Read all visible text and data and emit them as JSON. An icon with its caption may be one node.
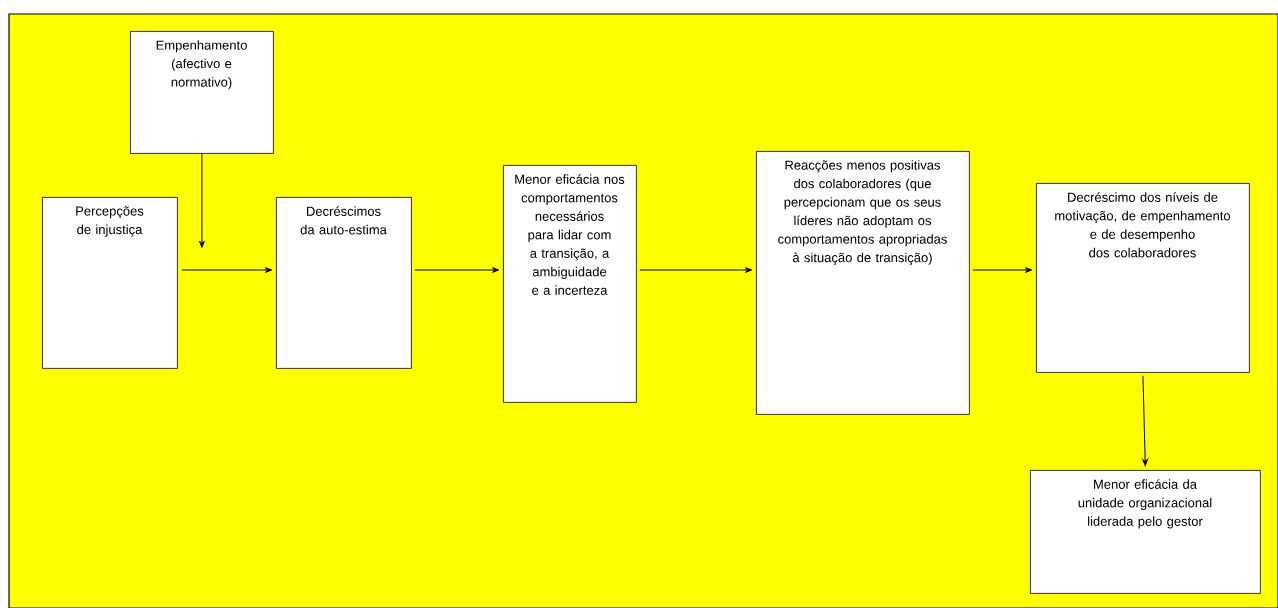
{
  "diagram": {
    "nodes": [
      {
        "text": [
          "Empenhamento (afectivo e normativo)"
        ]
      },
      {
        "text": [
          "Percepções de injustiça"
        ]
      },
      {
        "text": [
          "Decréscimos da auto-estima"
        ]
      },
      {
        "text": [
          "Menor eficácia nos comportamentos necessários para lidar com a transição, a ambiguidade e a incerteza"
        ]
      },
      {
        "text": [
          "Reacções menos positivas dos colaboradores (que percepcionam que os seus líderes não adoptam os comportamentos apropriadas à situação de transição)"
        ]
      },
      {
        "text": [
          "Decréscimo dos níveis de motivação, de empenhamento e de desempenho dos colaboradores"
        ]
      },
      {
        "text": [
          "Menor eficácia da unidade organizacional liderada pelo gestor"
        ]
      }
    ],
    "edges": [
      {
        "from": 0,
        "to": null,
        "arrow": "to"
      },
      {
        "from": 1,
        "to": 2,
        "arrow": "to"
      },
      {
        "from": 2,
        "to": 3,
        "arrow": "to"
      },
      {
        "from": 3,
        "to": 4,
        "arrow": "to"
      },
      {
        "from": 4,
        "to": 5,
        "arrow": "to"
      },
      {
        "from": 5,
        "to": 6,
        "arrow": "to"
      }
    ]
  }
}
